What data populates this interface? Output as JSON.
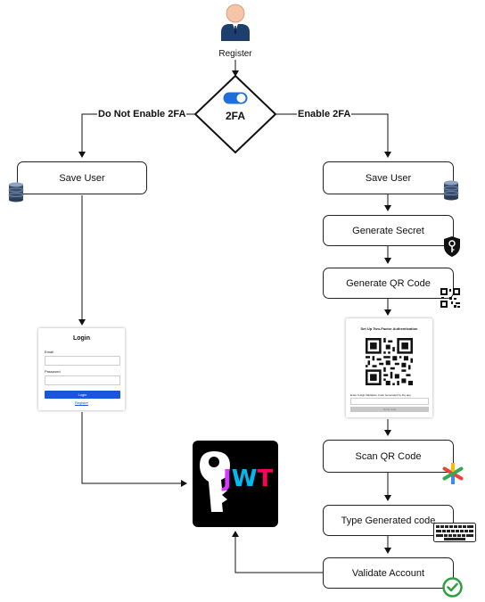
{
  "start": {
    "label": "Register"
  },
  "decision": {
    "label": "2FA",
    "left_branch": "Do Not Enable 2FA",
    "right_branch": "Enable 2FA"
  },
  "left_flow": {
    "save_user": "Save User"
  },
  "right_flow": {
    "save_user": "Save User",
    "generate_secret": "Generate Secret",
    "generate_qr": "Generate QR Code",
    "scan_qr": "Scan QR Code",
    "type_code": "Type Generated code",
    "validate": "Validate Account"
  },
  "login_form": {
    "title": "Login",
    "email_label": "Email",
    "password_label": "Password",
    "button": "Login",
    "register_link": "Register"
  },
  "qr_setup": {
    "title": "Set Up Two-Factor Authentication",
    "instruction": "Enter 6-digit Validation Code Generated by the app",
    "button": "Verify code"
  },
  "jwt_logo": {
    "text": "JWT"
  },
  "colors": {
    "jwt_bg": "#000000",
    "jwt_j": "#d63aff",
    "jwt_w": "#00b9f1",
    "jwt_t": "#fb015b",
    "login_button": "#1a56db",
    "check": "#2ea043",
    "toggle": "#1e6fd9"
  }
}
